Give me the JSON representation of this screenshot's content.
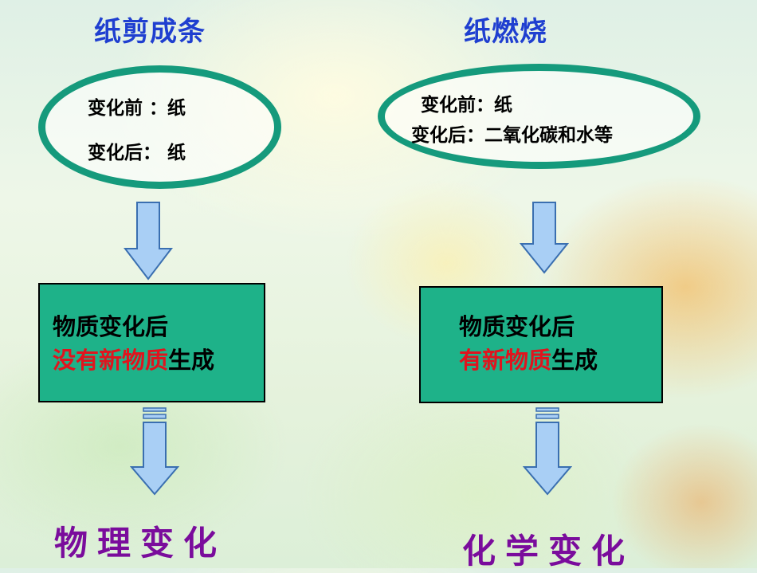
{
  "left": {
    "title": "纸剪成条",
    "before": "变化前 ：纸",
    "after": "变化后： 纸",
    "box_line1": "物质变化后",
    "box_line2_red": "没有新物质",
    "box_line2_black": "生成",
    "result": "物理变化"
  },
  "right": {
    "title": "纸燃烧",
    "before": "变化前：纸",
    "after": "变化后：二氧化碳和水等",
    "box_line1": "物质变化后",
    "box_line2_red": "有新物质",
    "box_line2_black": "生成",
    "result": "化学变化"
  },
  "colors": {
    "title": "#1f3fd0",
    "oval_border": "#159a7c",
    "box_fill": "#1eb289",
    "highlight": "#e0141e",
    "result": "#7a0c9c",
    "arrow_fill": "#a9cff5",
    "arrow_stroke": "#3a6fb0"
  }
}
